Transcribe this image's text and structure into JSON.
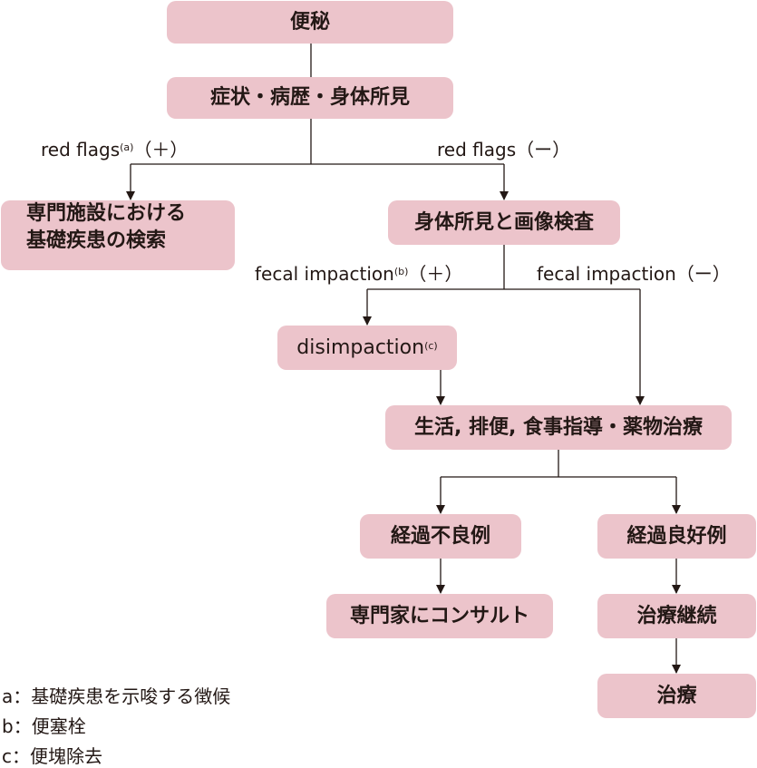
{
  "nodes": {
    "constipation": "便秘",
    "history": "症状・病歴・身体所見",
    "specialist_facility": {
      "line1": "専門施設における",
      "line2": "基礎疾患の検索"
    },
    "physical_imaging": "身体所見と画像検査",
    "disimpaction": {
      "text": "disimpaction",
      "sup": "(c)"
    },
    "lifestyle": "生活, 排便, 食事指導・薬物治療",
    "poor_course": "経過不良例",
    "good_course": "経過良好例",
    "consult": "専門家にコンサルト",
    "continue_treatment": "治療継続",
    "treatment": "治療"
  },
  "labels": {
    "red_flags_pos": {
      "text": "red flags",
      "sup": "(a)",
      "sign": "（＋）"
    },
    "red_flags_neg": {
      "text": "red flags",
      "sign": "（ー）"
    },
    "fecal_pos": {
      "text": "fecal impaction",
      "sup": "(b)",
      "sign": "（＋）"
    },
    "fecal_neg": {
      "text": "fecal impaction",
      "sign": "（ー）"
    }
  },
  "legend": [
    "a：基礎疾患を示唆する徴候",
    "b：便塞栓",
    "c：便塊除去"
  ],
  "colors": {
    "box_fill": "#ecc4cb",
    "line": "#231815",
    "text": "#231815"
  }
}
